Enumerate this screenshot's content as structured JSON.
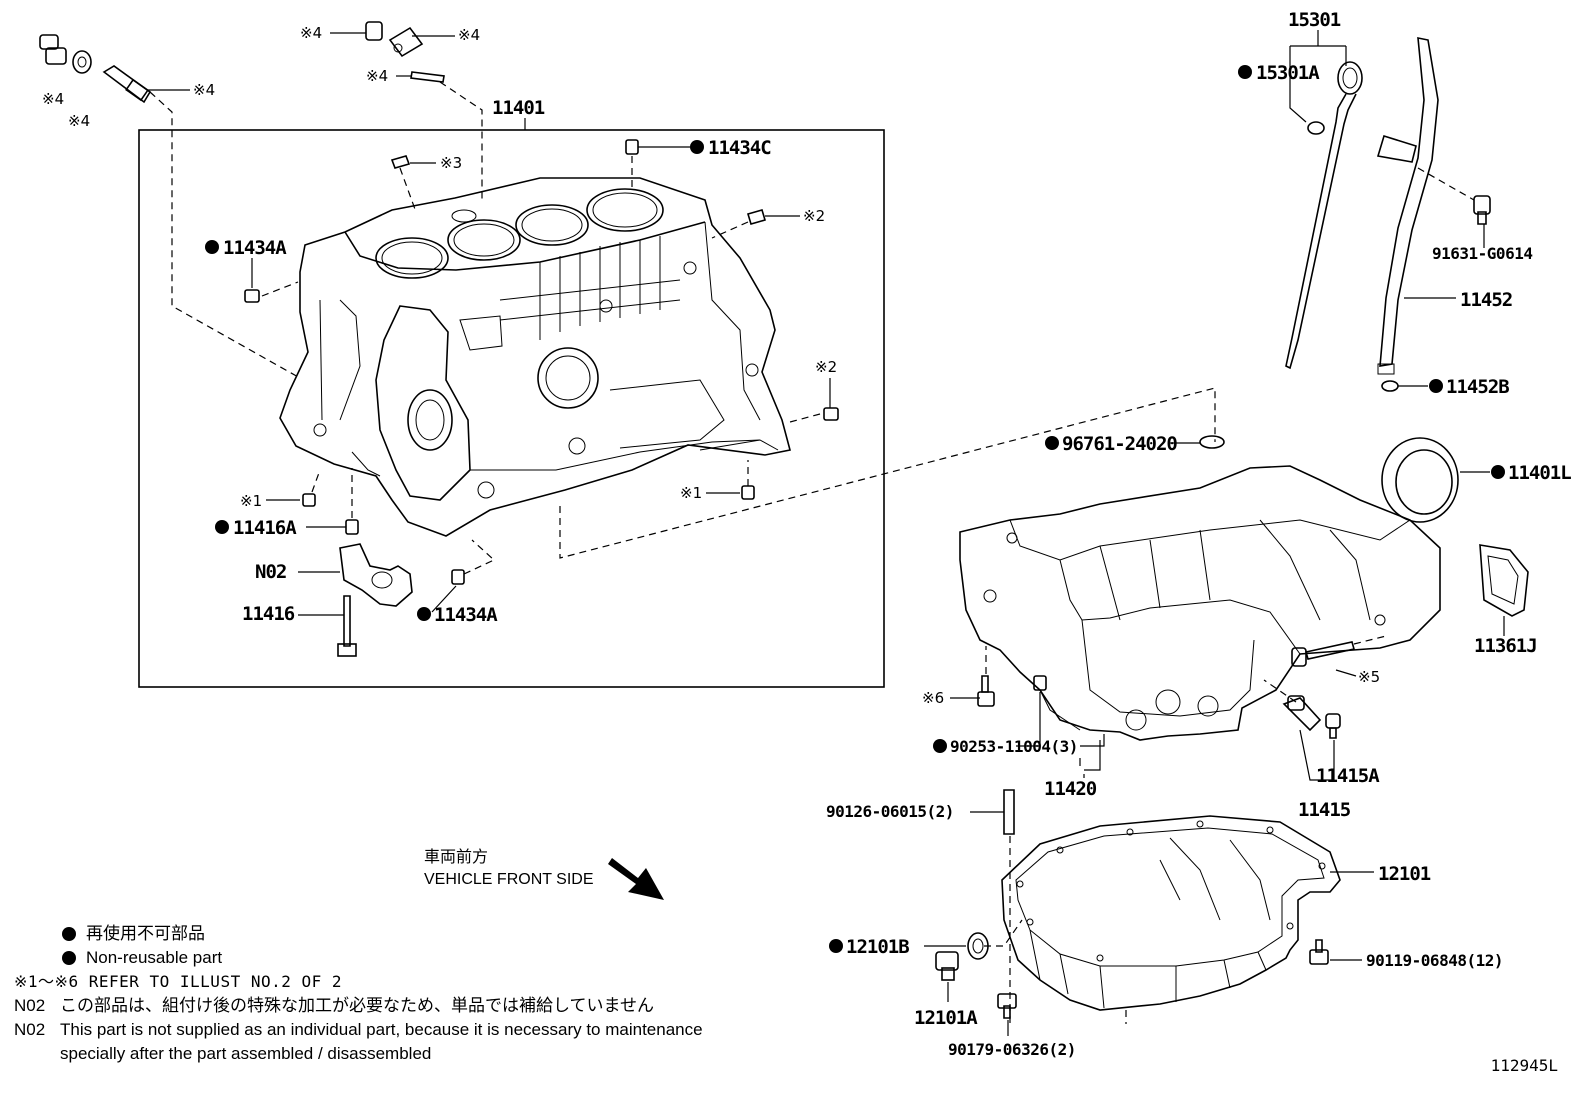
{
  "callouts": {
    "c15301": "15301",
    "c15301a": "15301A",
    "c91631": "91631-G0614",
    "c11452": "11452",
    "c11452b": "11452B",
    "c11401": "11401",
    "c11434c": "11434C",
    "c11434a_top": "11434A",
    "c11434a_bot": "11434A",
    "c11416a": "11416A",
    "cn02": "N02",
    "c11416": "11416",
    "c96761": "96761-24020",
    "c11401l": "11401L",
    "c11361j": "11361J",
    "c90253": "90253-11004(3)",
    "c11420": "11420",
    "c11415a": "11415A",
    "c11415": "11415",
    "c90126": "90126-06015(2)",
    "c12101": "12101",
    "c12101b": "12101B",
    "c12101a": "12101A",
    "c90119": "90119-06848(12)",
    "c90179": "90179-06326(2)"
  },
  "refs": {
    "r4a": "※4",
    "r4b": "※4",
    "r4c": "※4",
    "r4d": "※4",
    "r4e": "※4",
    "r4f": "※4",
    "r3": "※3",
    "r2a": "※2",
    "r2b": "※2",
    "r1a": "※1",
    "r1b": "※1",
    "r5": "※5",
    "r6": "※6"
  },
  "direction": {
    "jp": "車両前方",
    "en": "VEHICLE FRONT SIDE"
  },
  "legend": {
    "jp": "再使用不可部品",
    "en": "Non-reusable part",
    "refer": "※1～※6 REFER TO ILLUST NO.2 OF 2",
    "n02_code_jp": "N02",
    "n02_jp": "この部品は、組付け後の特殊な加工が必要なため、単品では補給していません",
    "n02_code_en": "N02",
    "n02_en_1": "This part is not supplied as an individual part, because it is necessary to maintenance",
    "n02_en_2": "specially after the part assembled / disassembled"
  },
  "diagram_id": "112945L"
}
